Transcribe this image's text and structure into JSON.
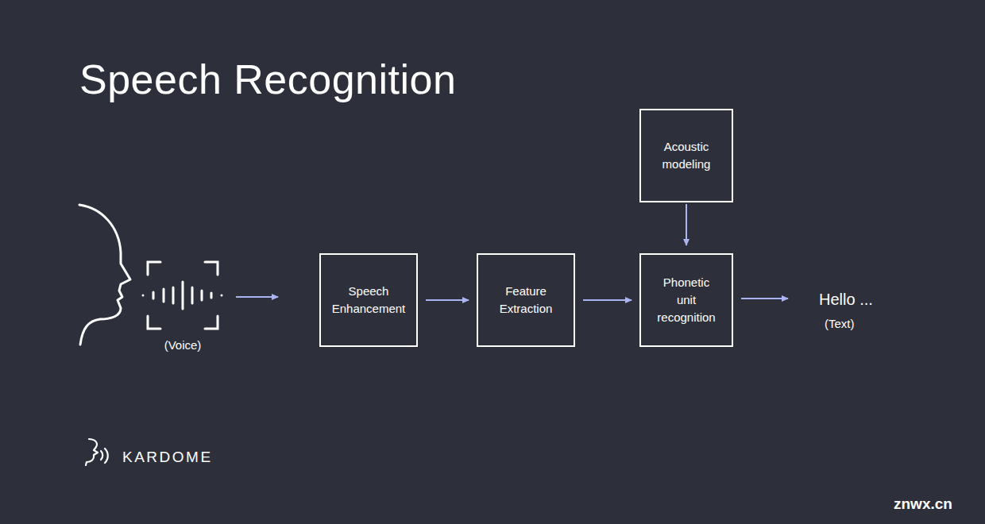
{
  "diagram": {
    "title": "Speech Recognition",
    "nodes": [
      {
        "text": [
          "Speech Enhancement"
        ]
      },
      {
        "text": [
          "Feature Extraction"
        ]
      },
      {
        "text": [
          "Acoustic modeling"
        ]
      },
      {
        "text": [
          "Phonetic unit recognition"
        ]
      }
    ],
    "edges": [
      {
        "from": 0,
        "to": 1,
        "arrow": "to"
      },
      {
        "from": 1,
        "to": 3,
        "arrow": "to"
      },
      {
        "from": 2,
        "to": 3,
        "arrow": "to"
      }
    ],
    "labels": [
      "(Voice)",
      "Hello ...",
      "(Text)",
      "KARDOME",
      "znwx.cn"
    ]
  }
}
